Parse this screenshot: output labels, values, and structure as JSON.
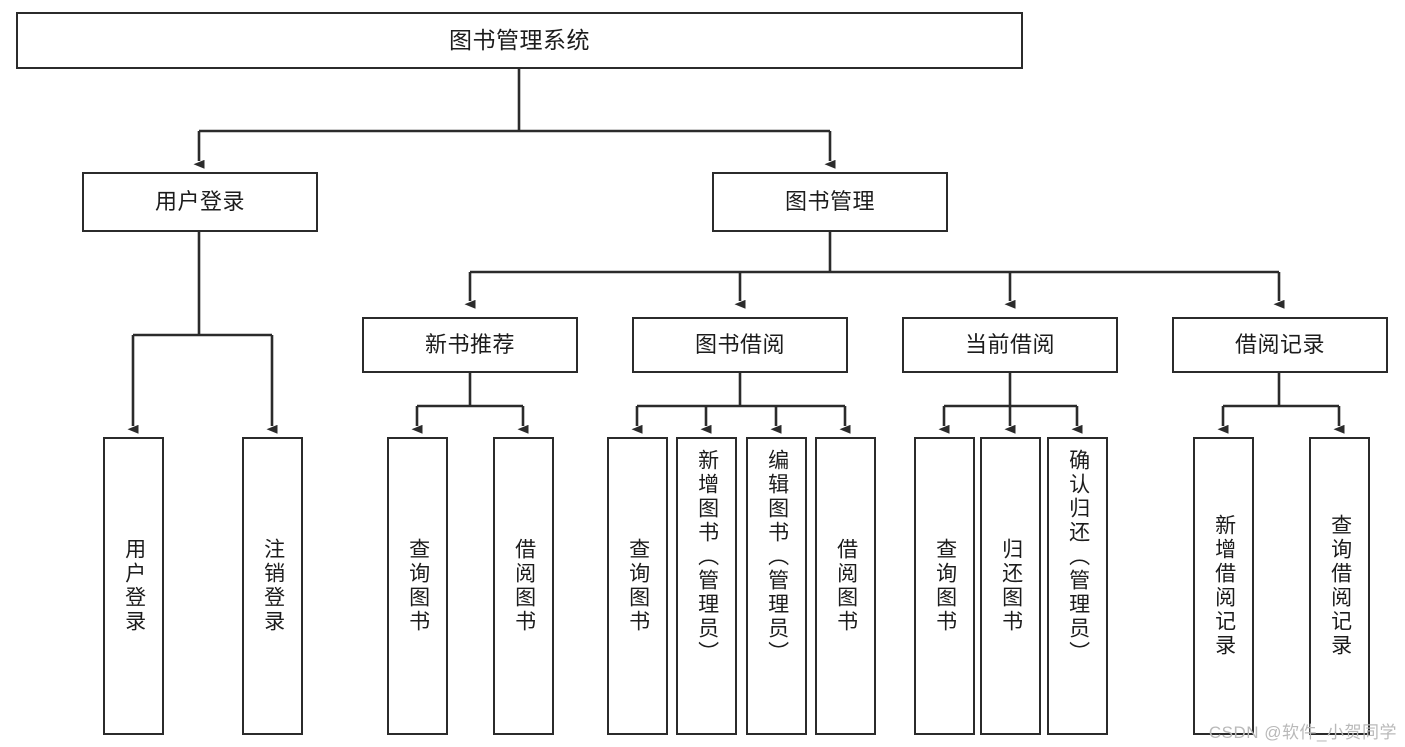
{
  "diagram": {
    "title": "图书管理系统",
    "type": "tree",
    "colors": {
      "stroke": "#2b2b2b",
      "fill": "#ffffff",
      "text": "#1c1c1c",
      "watermark": "#b9b9b9",
      "background": "#ffffff"
    },
    "levels": {
      "root": {
        "label": "图书管理系统"
      },
      "level2": [
        {
          "id": "user-login",
          "label": "用户登录"
        },
        {
          "id": "book-manage",
          "label": "图书管理"
        }
      ],
      "level3": [
        {
          "id": "new-book-rec",
          "label": "新书推荐",
          "parent": "book-manage"
        },
        {
          "id": "book-borrow",
          "label": "图书借阅",
          "parent": "book-manage"
        },
        {
          "id": "current-borrow",
          "label": "当前借阅",
          "parent": "book-manage"
        },
        {
          "id": "borrow-record",
          "label": "借阅记录",
          "parent": "book-manage"
        }
      ],
      "leaves": [
        {
          "id": "leaf-user-login",
          "label": "用户登录",
          "parent": "user-login"
        },
        {
          "id": "leaf-logout-login",
          "label": "注销登录",
          "parent": "user-login"
        },
        {
          "id": "leaf-query-book-1",
          "label": "查询图书",
          "parent": "new-book-rec"
        },
        {
          "id": "leaf-borrow-book-1",
          "label": "借阅图书",
          "parent": "new-book-rec"
        },
        {
          "id": "leaf-query-book-2",
          "label": "查询图书",
          "parent": "book-borrow"
        },
        {
          "id": "leaf-add-book",
          "label": "新增图书（管理员）",
          "parent": "book-borrow"
        },
        {
          "id": "leaf-edit-book",
          "label": "编辑图书（管理员）",
          "parent": "book-borrow"
        },
        {
          "id": "leaf-borrow-book-2",
          "label": "借阅图书",
          "parent": "book-borrow"
        },
        {
          "id": "leaf-query-book-3",
          "label": "查询图书",
          "parent": "current-borrow"
        },
        {
          "id": "leaf-return-book",
          "label": "归还图书",
          "parent": "current-borrow"
        },
        {
          "id": "leaf-confirm-return",
          "label": "确认归还（管理员）",
          "parent": "current-borrow"
        },
        {
          "id": "leaf-add-record",
          "label": "新增借阅记录",
          "parent": "borrow-record"
        },
        {
          "id": "leaf-query-record",
          "label": "查询借阅记录",
          "parent": "borrow-record"
        }
      ]
    },
    "watermark": "CSDN @软件_小贺同学"
  }
}
